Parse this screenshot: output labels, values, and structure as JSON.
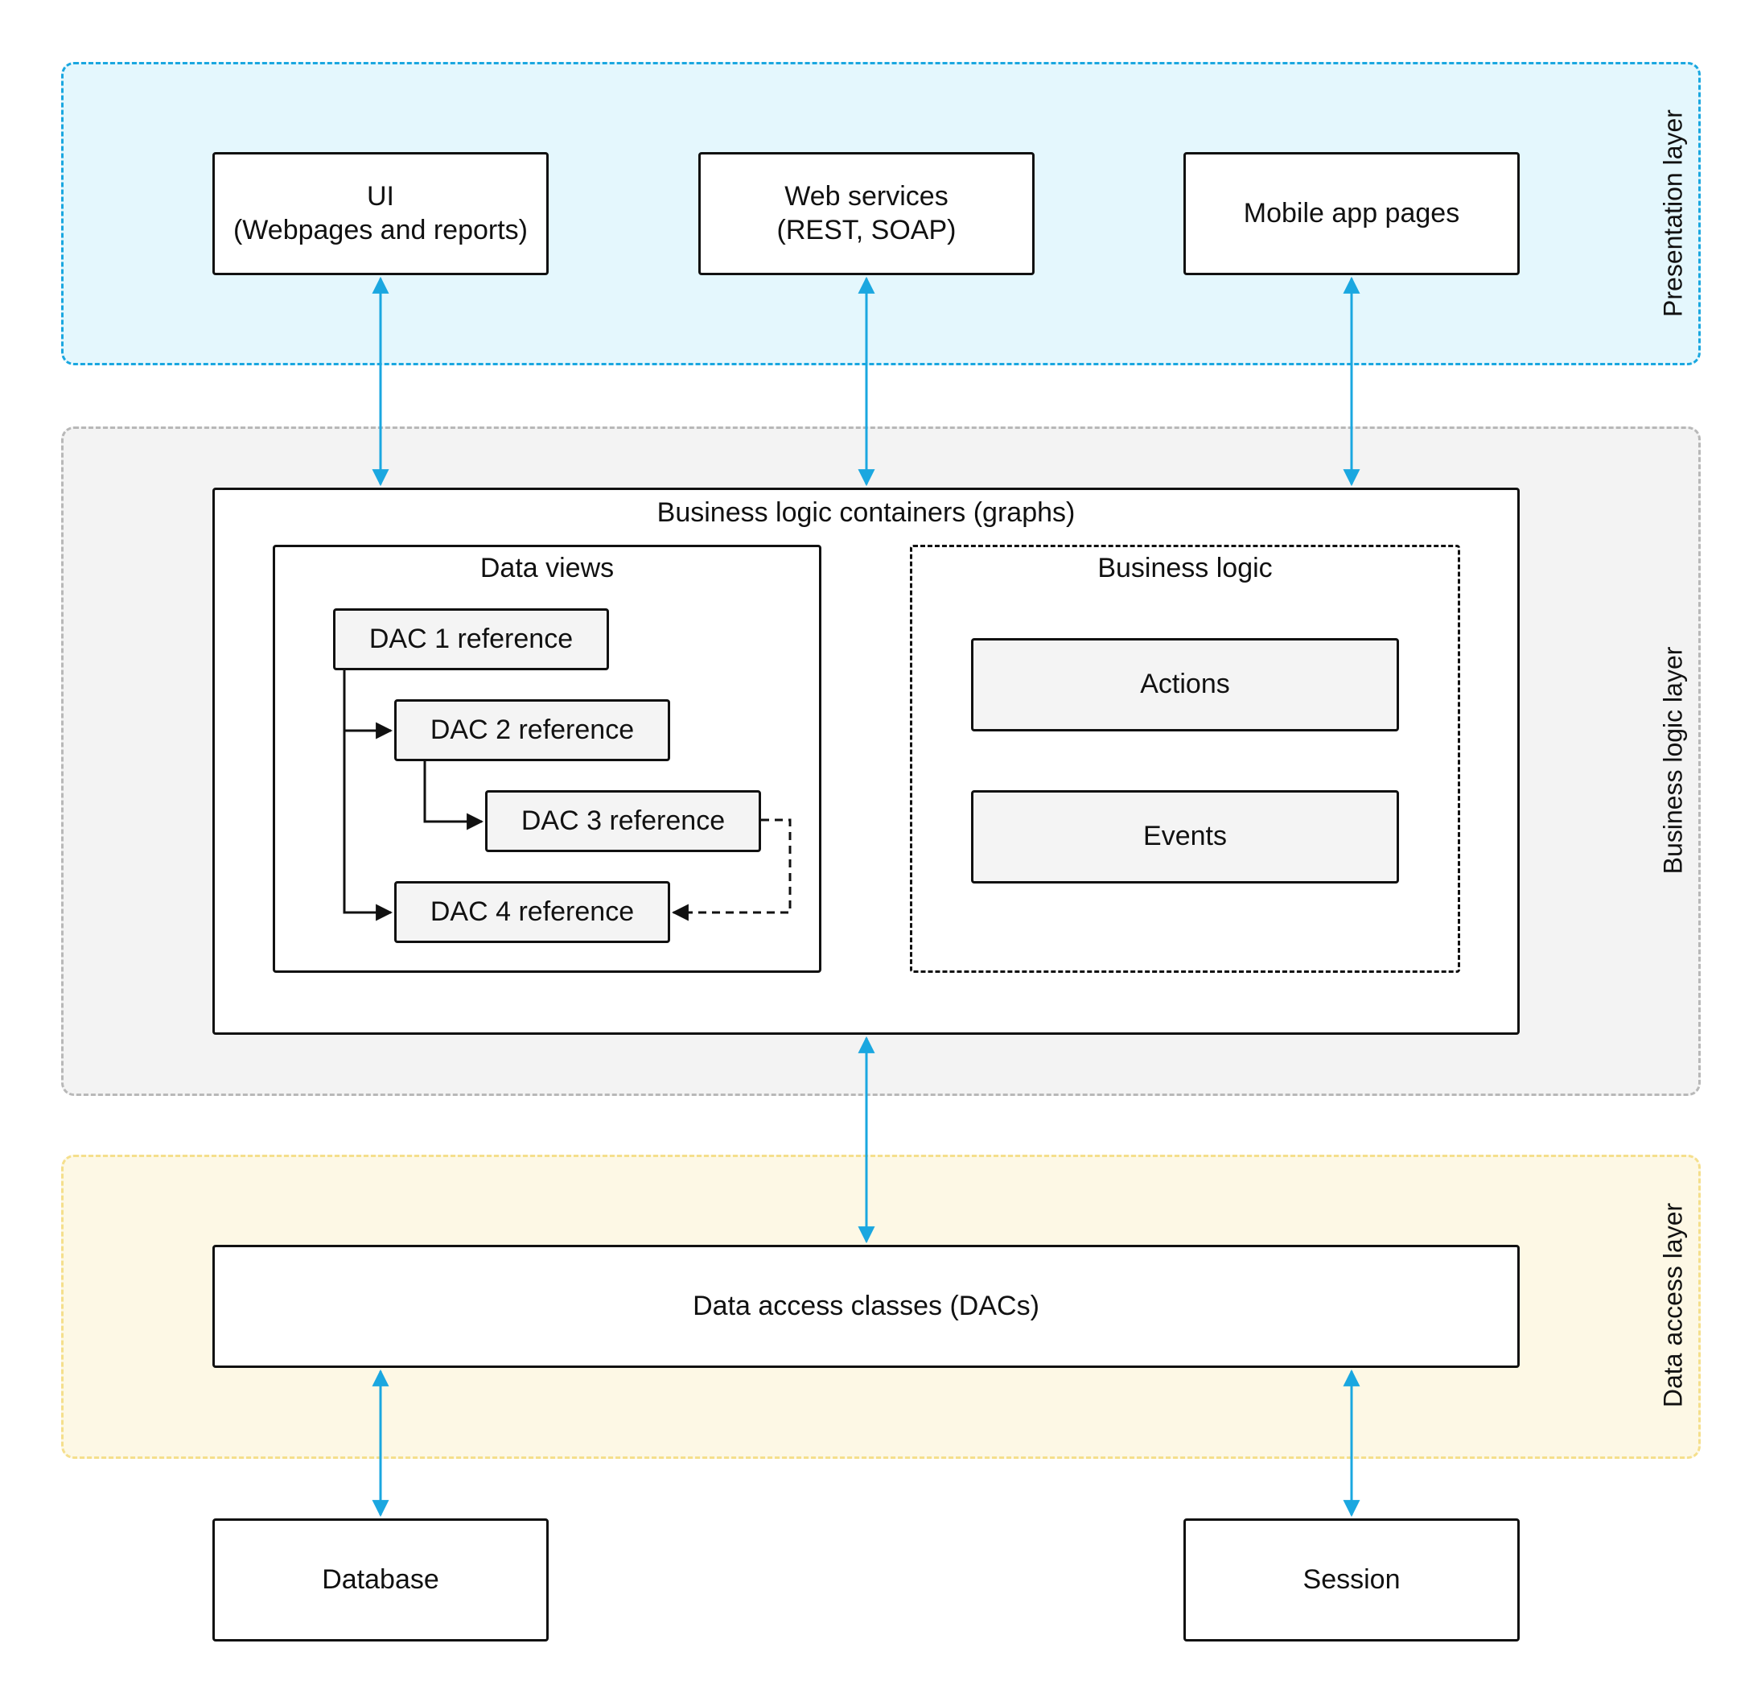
{
  "layers": {
    "presentation": {
      "label": "Presentation layer",
      "fill": "#e4f7fd",
      "border": "#1aa7e0"
    },
    "business": {
      "label": "Business logic layer",
      "fill": "#f3f3f3",
      "border": "#b8b8b8"
    },
    "data_access": {
      "label": "Data access layer",
      "fill": "#fdf8e5",
      "border": "#f5df8c"
    }
  },
  "presentation_boxes": {
    "ui": "UI\n(Webpages and reports)",
    "web_services": "Web services\n(REST, SOAP)",
    "mobile": "Mobile app pages"
  },
  "business_container": {
    "title": "Business logic containers (graphs)",
    "data_views": {
      "title": "Data views",
      "dac1": "DAC 1 reference",
      "dac2": "DAC 2 reference",
      "dac3": "DAC 3 reference",
      "dac4": "DAC 4 reference"
    },
    "business_logic": {
      "title": "Business logic",
      "actions": "Actions",
      "events": "Events"
    }
  },
  "dacs_box": "Data access classes (DACs)",
  "bottom_boxes": {
    "database": "Database",
    "session": "Session"
  },
  "colors": {
    "arrow": "#1aa7e0",
    "line": "#111111",
    "box_gray": "#f4f4f4"
  }
}
